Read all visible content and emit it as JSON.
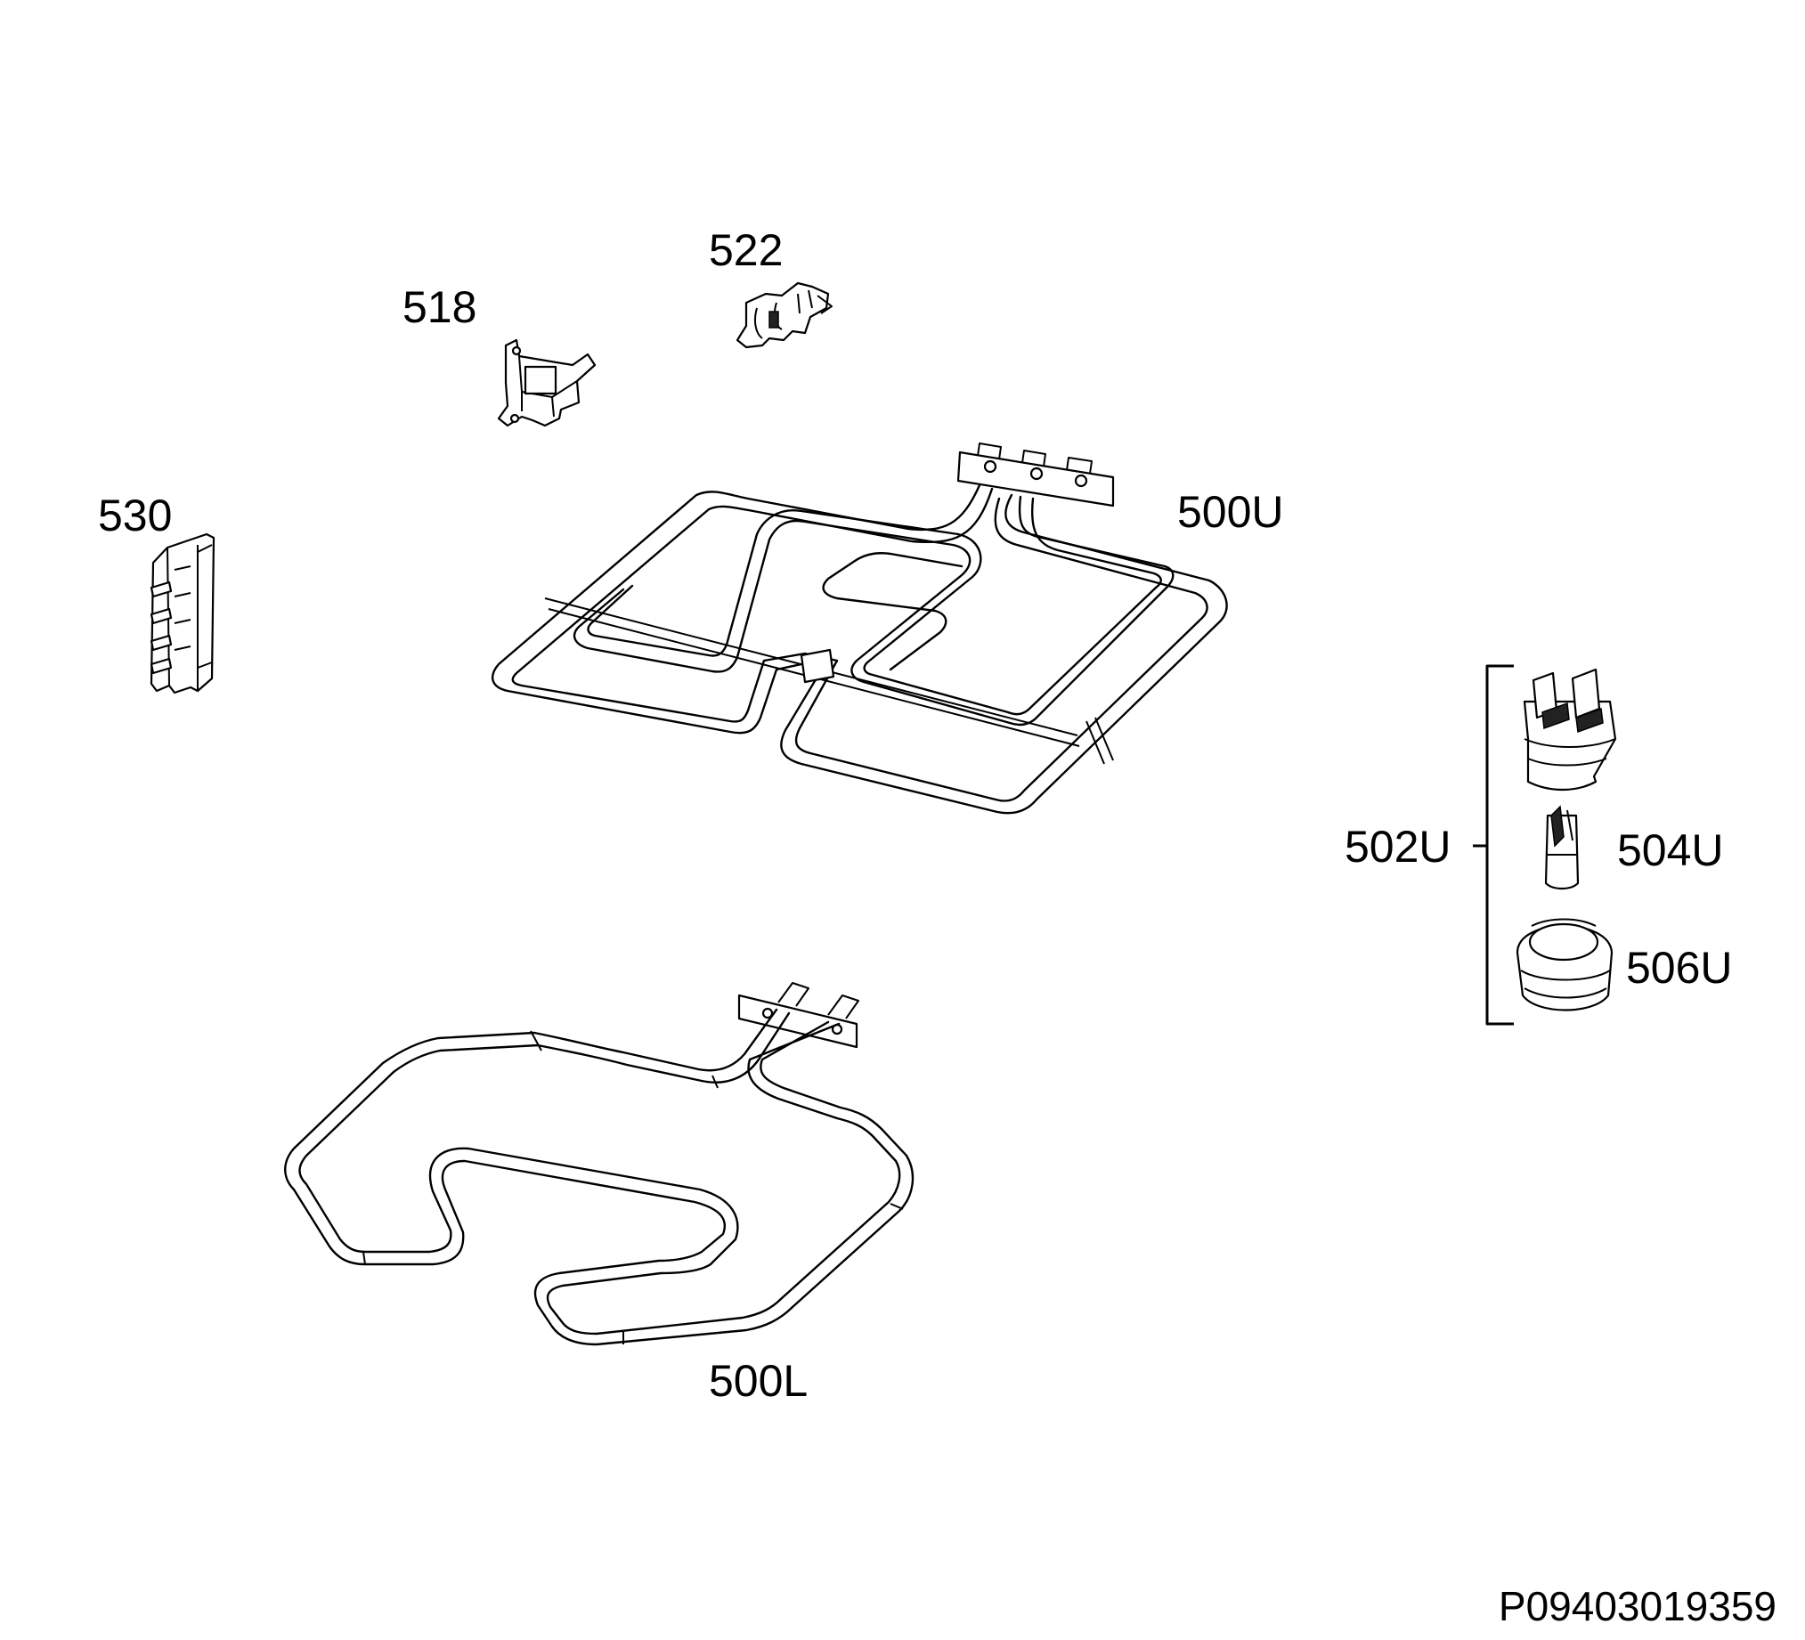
{
  "labels": {
    "p518": "518",
    "p522": "522",
    "p530": "530",
    "p500U": "500U",
    "p500L": "500L",
    "p502U": "502U",
    "p504U": "504U",
    "p506U": "506U"
  },
  "drawing_code": "P09403019359"
}
